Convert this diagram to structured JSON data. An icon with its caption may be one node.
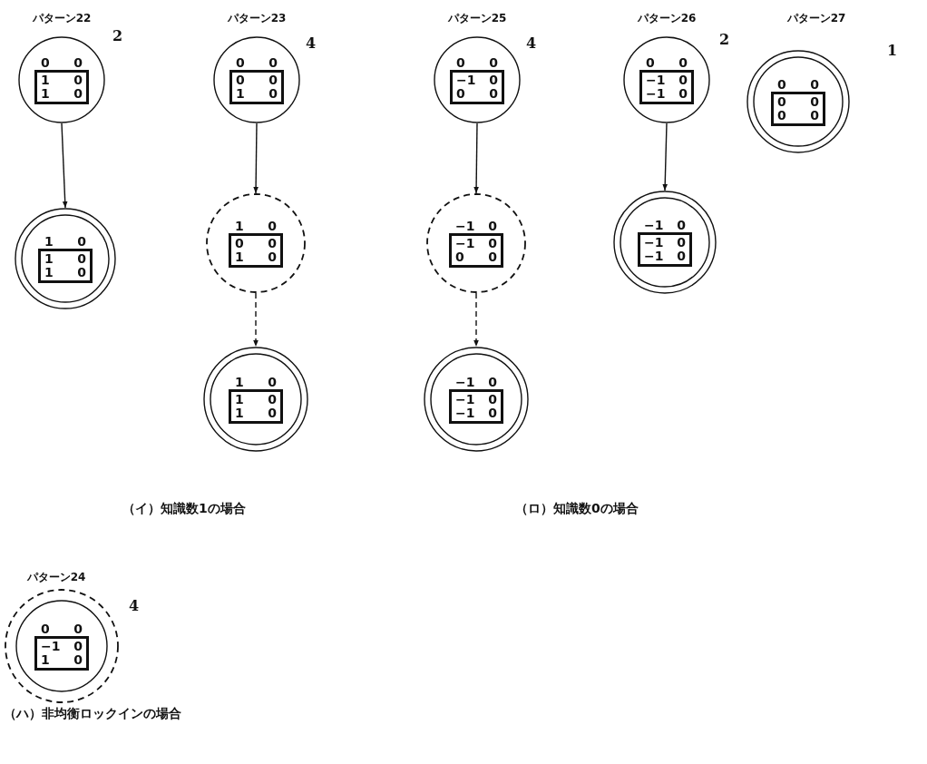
{
  "diagram": {
    "nodes": [
      {
        "text": [
          "パターン22",
          "0 0",
          "1 0",
          "1 0"
        ],
        "beside": [
          "2"
        ]
      },
      {
        "text": [
          "1 0",
          "1 0",
          "1 0"
        ]
      },
      {
        "text": [
          "パターン23",
          "0 0",
          "0 0",
          "1 0"
        ],
        "beside": [
          "4"
        ]
      },
      {
        "text": [
          "1 0",
          "0 0",
          "1 0"
        ]
      },
      {
        "text": [
          "1 0",
          "1 0",
          "1 0"
        ]
      },
      {
        "text": [
          "パターン25",
          "0 0",
          "−1 0",
          "0 0"
        ],
        "beside": [
          "4"
        ]
      },
      {
        "text": [
          "−1 0",
          "−1 0",
          "0 0"
        ]
      },
      {
        "text": [
          "−1 0",
          "−1 0",
          "−1 0"
        ]
      },
      {
        "text": [
          "パターン26",
          "0 0",
          "−1 0",
          "−1 0"
        ],
        "beside": [
          "2"
        ]
      },
      {
        "text": [
          "−1 0",
          "−1 0",
          "−1 0"
        ]
      },
      {
        "text": [
          "パターン27",
          "0 0",
          "0 0",
          "0 0"
        ],
        "beside": [
          "1"
        ]
      },
      {
        "text": [
          "パターン24",
          "0 0",
          "−1 0",
          "1 0"
        ],
        "beside": [
          "4"
        ]
      }
    ],
    "edges": [
      {
        "from": 0,
        "to": 1,
        "arrow": "to"
      },
      {
        "from": 2,
        "to": 3,
        "arrow": "to"
      },
      {
        "from": 3,
        "to": 4,
        "arrow": "to",
        "style": "dashed"
      },
      {
        "from": 5,
        "to": 6,
        "arrow": "to"
      },
      {
        "from": 6,
        "to": 7,
        "arrow": "to",
        "style": "dashed"
      },
      {
        "from": 8,
        "to": 9,
        "arrow": "to"
      }
    ],
    "labels": [
      "（イ）知識数1の場合",
      "（ロ）知識数0の場合",
      "（ハ）非均衡ロックインの場合"
    ]
  }
}
